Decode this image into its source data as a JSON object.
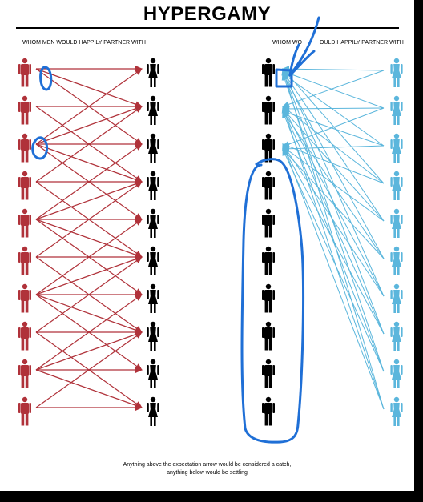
{
  "title": "HYPERGAMY",
  "left_panel": {
    "heading": "WHOM MEN WOULD HAPPILY PARTNER WITH",
    "men_color": "#b0323a",
    "women_color": "#000000",
    "arrow_color": "#b0323a",
    "rows": 10
  },
  "right_panel": {
    "heading_start": "WHOM WO",
    "heading_end": "OULD HAPPILY PARTNER WITH",
    "men_color": "#000000",
    "women_color": "#5bb6dc",
    "arrow_color": "#5bb6dc",
    "rows": 10
  },
  "annotations": {
    "color": "#1f6fd6"
  },
  "caption": {
    "line1": "Anything above the expectation arrow would be considered a catch,",
    "line2": "anything below would be settling"
  }
}
